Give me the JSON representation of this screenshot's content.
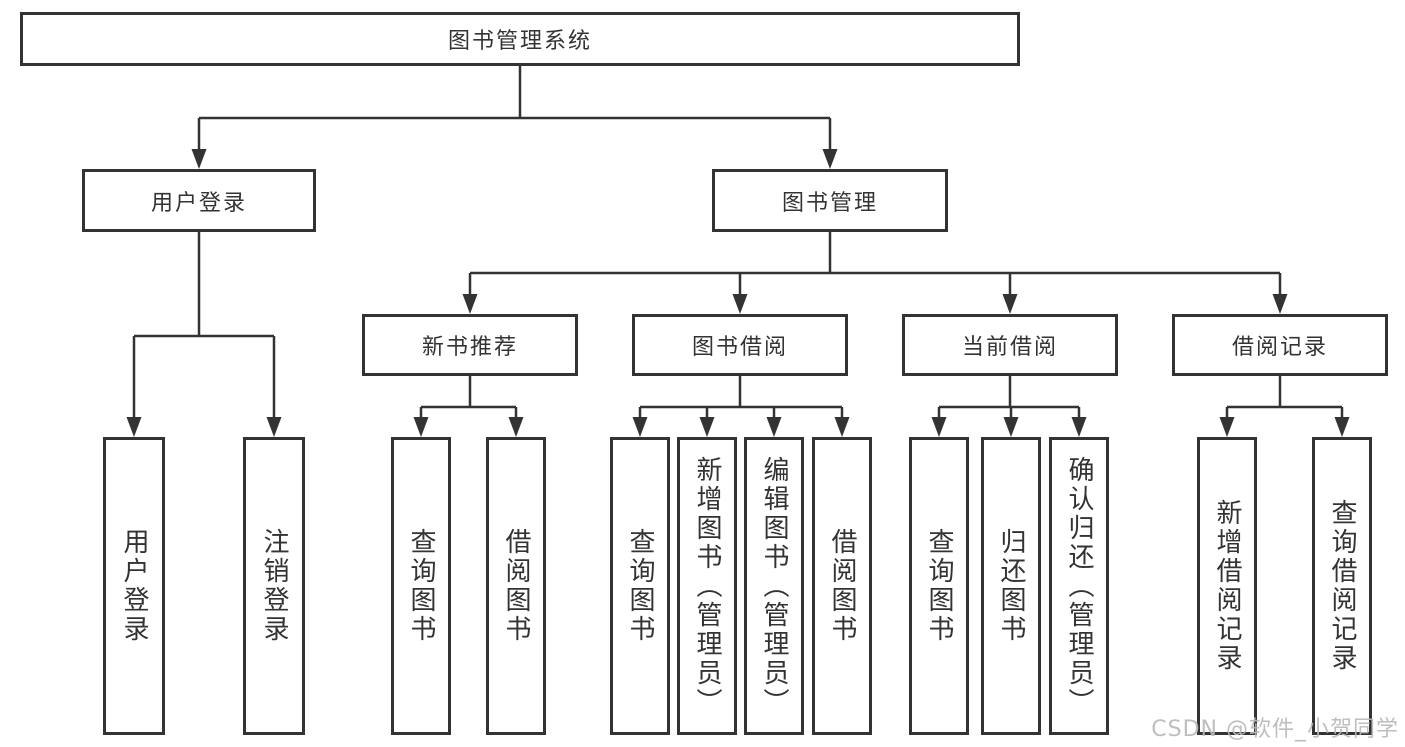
{
  "diagram": {
    "root": {
      "label": "图书管理系统"
    },
    "branches": [
      {
        "label": "用户登录",
        "leaves": [
          "用户登录",
          "注销登录"
        ]
      },
      {
        "label": "图书管理",
        "sections": [
          {
            "label": "新书推荐",
            "leaves": [
              "查询图书",
              "借阅图书"
            ]
          },
          {
            "label": "图书借阅",
            "leaves": [
              "查询图书",
              "新增图书（管理员）",
              "编辑图书（管理员）",
              "借阅图书"
            ]
          },
          {
            "label": "当前借阅",
            "leaves": [
              "查询图书",
              "归还图书",
              "确认归还（管理员）"
            ]
          },
          {
            "label": "借阅记录",
            "leaves": [
              "新增借阅记录",
              "查询借阅记录"
            ]
          }
        ]
      }
    ]
  },
  "colors": {
    "line": "#333333",
    "text": "#333333",
    "watermark": "#b9b9b9"
  },
  "watermark": {
    "text": "CSDN @软件_小贺同学"
  }
}
